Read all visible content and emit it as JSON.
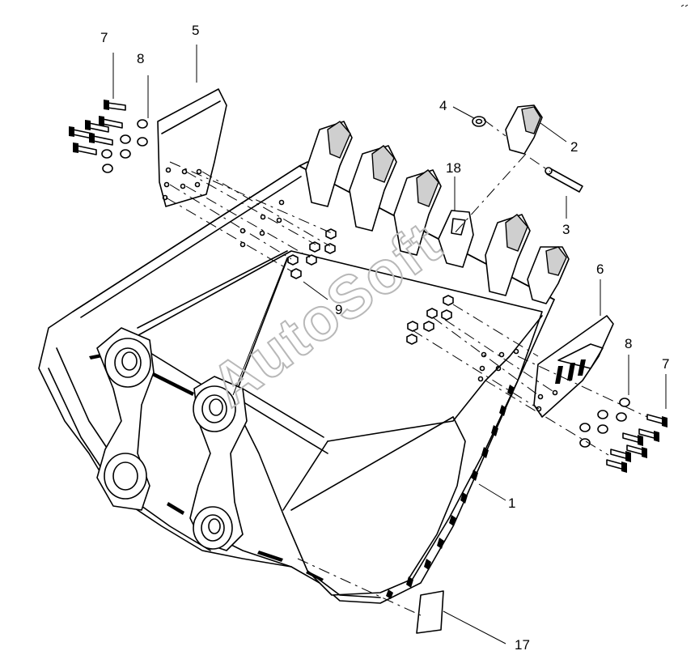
{
  "watermark": "AutoSoft",
  "callouts": {
    "c1": "1",
    "c2": "2",
    "c3": "3",
    "c4": "4",
    "c5": "5",
    "c6": "6",
    "c7a": "7",
    "c7b": "7",
    "c8a": "8",
    "c8b": "8",
    "c9": "9",
    "c17": "17",
    "c18": "18"
  },
  "colors": {
    "line": "#000000",
    "background": "#ffffff",
    "watermark": "#b8b8b8"
  }
}
